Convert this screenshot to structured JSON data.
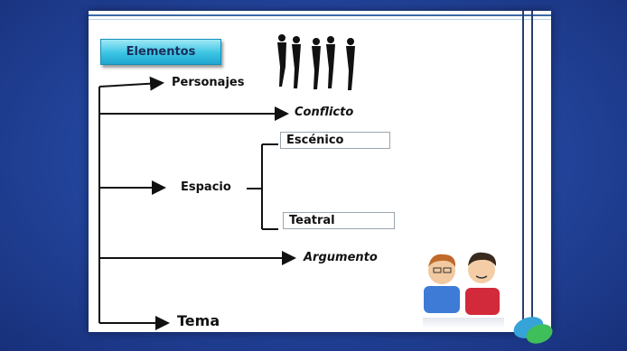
{
  "badge": "Elementos",
  "items": {
    "personajes": "Personajes",
    "conflicto": "Conflicto",
    "espacio": "Espacio",
    "escenico": "Escénico",
    "teatral": "Teatral",
    "argumento": "Argumento",
    "tema": "Tema"
  },
  "colors": {
    "background": "#22439a",
    "badge": "#3cc4e4",
    "arrow": "#111111"
  }
}
